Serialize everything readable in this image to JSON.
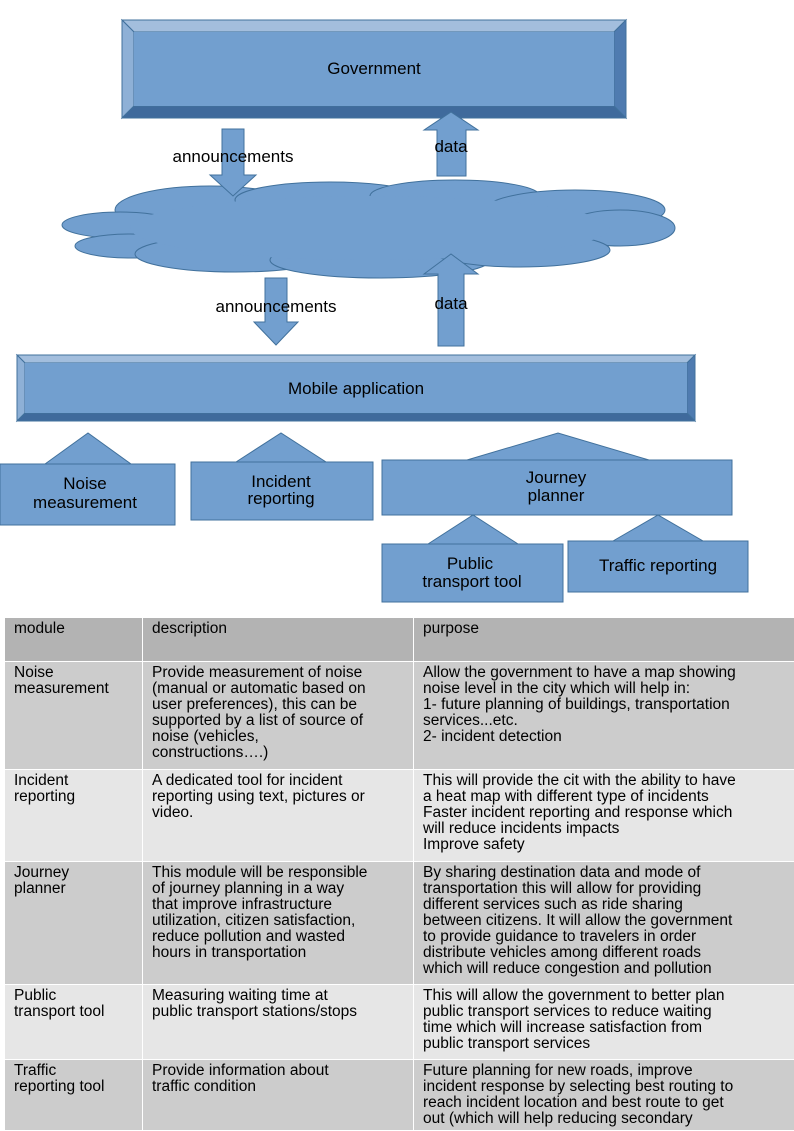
{
  "diagram": {
    "government": "Government",
    "mobile_app": "Mobile application",
    "announcements_top": "announcements",
    "data_top": "data",
    "announcements_bottom": "announcements",
    "data_bottom": "data",
    "noise": [
      "Noise",
      "measurement"
    ],
    "incident": [
      "Incident",
      "reporting"
    ],
    "journey": [
      "Journey",
      "planner"
    ],
    "public_transport": [
      "Public",
      "transport tool"
    ],
    "traffic": "Traffic reporting"
  },
  "table": {
    "headers": [
      "module",
      "description",
      "purpose"
    ],
    "rows": [
      {
        "module": "Noise\nmeasurement",
        "description": "Provide measurement of noise\n(manual or automatic based on\nuser preferences), this can be\nsupported by a list of source of\nnoise (vehicles,\nconstructions….)",
        "purpose": "Allow the government to have a map showing\nnoise level in the city which will help in:\n1- future planning of buildings, transportation\nservices...etc.\n2- incident detection"
      },
      {
        "module": "Incident\nreporting",
        "description": "A dedicated tool for incident\nreporting using text, pictures or\nvideo.",
        "purpose": "This will provide the cit with the ability to have\na heat map with different type of incidents\nFaster incident reporting and response which\nwill reduce incidents impacts\nImprove safety"
      },
      {
        "module": "Journey\nplanner",
        "description": "This module will be responsible\nof journey planning in a way\nthat improve infrastructure\nutilization, citizen satisfaction,\nreduce pollution and wasted\nhours in transportation",
        "purpose": "By sharing destination data and mode of\ntransportation this will allow for providing\ndifferent services such as ride sharing\nbetween citizens. It will allow the government\nto provide guidance to travelers in order\ndistribute vehicles among different roads\nwhich will reduce congestion and  pollution"
      },
      {
        "module": "Public\ntransport tool",
        "description": "Measuring waiting time at\npublic transport stations/stops",
        "purpose": "This will allow the government to better plan\npublic transport services to reduce waiting\ntime which will increase satisfaction from\npublic transport services"
      },
      {
        "module": "Traffic\nreporting tool",
        "description": "Provide information about\ntraffic condition",
        "purpose": "Future planning for new roads, improve\nincident response by selecting best routing to\nreach incident location and best route to get\nout (which will help reducing secondary"
      }
    ]
  }
}
